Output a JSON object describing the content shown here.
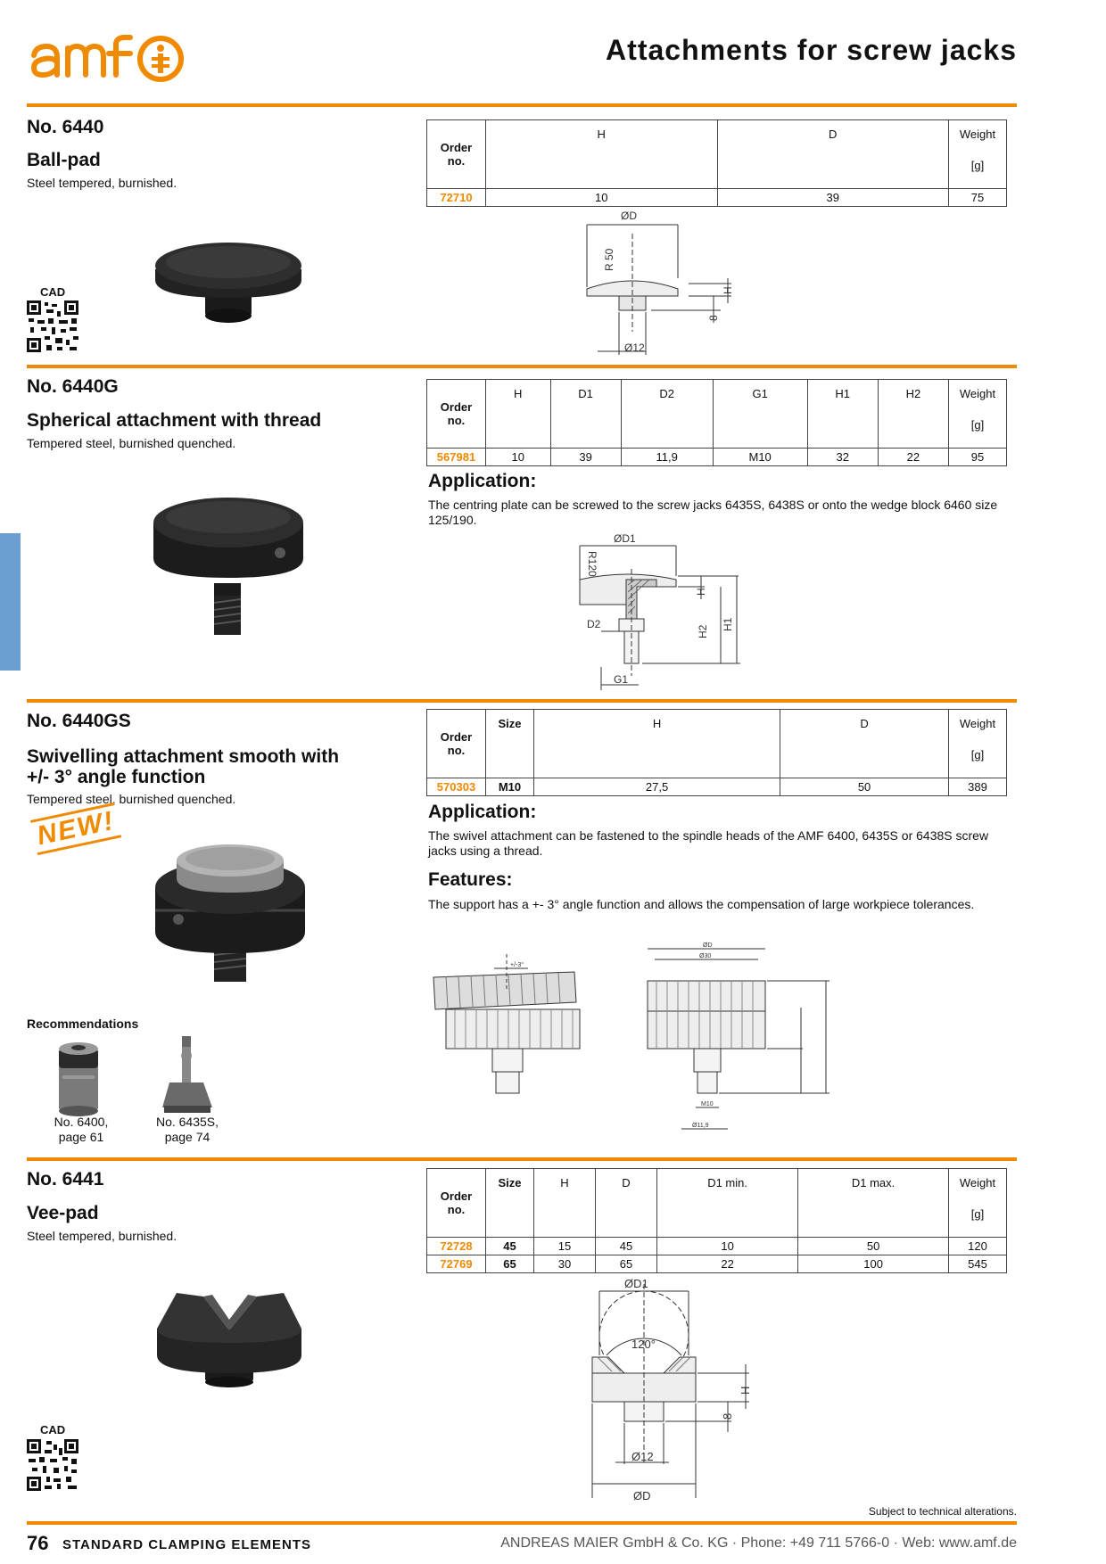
{
  "header": {
    "logo_text": "amf",
    "title": "Attachments for screw jacks"
  },
  "cad_label": "CAD",
  "sections": [
    {
      "number": "No. 6440",
      "title": "Ball-pad",
      "description": "Steel tempered, burnished.",
      "table": {
        "columns": [
          "Order no.",
          "H",
          "D",
          "Weight"
        ],
        "weight_unit": "[g]",
        "rows": [
          [
            "72710",
            "10",
            "39",
            "75"
          ]
        ]
      },
      "drawing_labels": [
        "ØD",
        "R 50",
        "H",
        "8",
        "Ø12"
      ]
    },
    {
      "number": "No. 6440G",
      "title": "Spherical attachment with thread",
      "description": "Tempered steel, burnished quenched.",
      "table": {
        "columns": [
          "Order no.",
          "H",
          "D1",
          "D2",
          "G1",
          "H1",
          "H2",
          "Weight"
        ],
        "weight_unit": "[g]",
        "rows": [
          [
            "567981",
            "10",
            "39",
            "11,9",
            "M10",
            "32",
            "22",
            "95"
          ]
        ]
      },
      "application_heading": "Application:",
      "application_text": "The centring plate can be screwed to the screw jacks 6435S, 6438S or onto the wedge block 6460 size 125/190.",
      "drawing_labels": [
        "ØD1",
        "R120",
        "H",
        "D2",
        "H2",
        "H1",
        "G1"
      ]
    },
    {
      "number": "No. 6440GS",
      "title_line1": "Swivelling attachment smooth with",
      "title_line2": "+/- 3° angle function",
      "description": "Tempered steel, burnished quenched.",
      "new_badge": "NEW!",
      "table": {
        "columns": [
          "Order no.",
          "Size",
          "H",
          "D",
          "Weight"
        ],
        "weight_unit": "[g]",
        "rows": [
          [
            "570303",
            "M10",
            "27,5",
            "50",
            "389"
          ]
        ]
      },
      "application_heading": "Application:",
      "application_text": "The swivel attachment can be fastened to the spindle heads of the AMF 6400, 6435S or 6438S screw jacks using a thread.",
      "features_heading": "Features:",
      "features_text": "The support has a +- 3° angle function and allows the compensation of large workpiece tolerances.",
      "recommendations": {
        "heading": "Recommendations",
        "items": [
          {
            "line1": "No. 6400,",
            "line2": "page 61"
          },
          {
            "line1": "No. 6435S,",
            "line2": "page 74"
          }
        ]
      }
    },
    {
      "number": "No. 6441",
      "title": "Vee-pad",
      "description": "Steel tempered, burnished.",
      "table": {
        "columns": [
          "Order no.",
          "Size",
          "H",
          "D",
          "D1 min.",
          "D1 max.",
          "Weight"
        ],
        "weight_unit": "[g]",
        "rows": [
          [
            "72728",
            "45",
            "15",
            "45",
            "10",
            "50",
            "120"
          ],
          [
            "72769",
            "65",
            "30",
            "65",
            "22",
            "100",
            "545"
          ]
        ]
      },
      "drawing_labels": [
        "ØD1",
        "120°",
        "H",
        "8",
        "Ø12",
        "ØD"
      ]
    }
  ],
  "footer": {
    "note": "Subject to technical alterations.",
    "page_number": "76",
    "category": "STANDARD CLAMPING ELEMENTS",
    "company": "ANDREAS MAIER GmbH & Co. KG · Phone: +49 711 5766-0 · Web: www.amf.de"
  },
  "colors": {
    "accent": "#f08a00",
    "side_tab": "#6b9fd3"
  }
}
